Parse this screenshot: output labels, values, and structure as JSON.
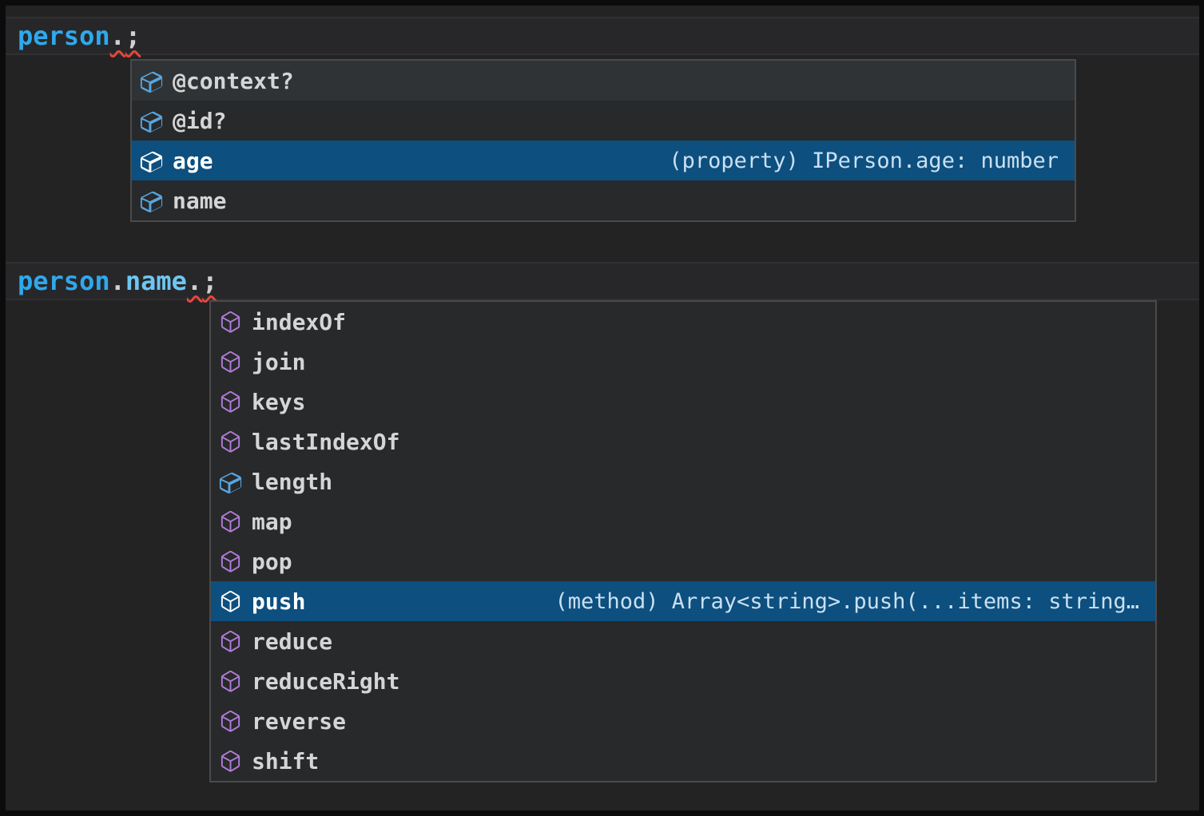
{
  "colors": {
    "editor_background": "#232324",
    "current_line_background": "#272729",
    "suggest_background": "#28292b",
    "suggest_border": "#4a4a4c",
    "selection_background": "#0d4f7e",
    "field_icon": "#58a6e0",
    "method_icon": "#b07cd8",
    "variable_text": "#2fa9ec",
    "property_text": "#6ec6f1",
    "error_squiggle": "#e8453c"
  },
  "code": {
    "line1": {
      "tokens": [
        {
          "text": "person"
        },
        {
          "text": "."
        },
        {
          "text": ";"
        }
      ]
    },
    "line2": {
      "tokens": [
        {
          "text": "person"
        },
        {
          "text": "."
        },
        {
          "text": "name"
        },
        {
          "text": "."
        },
        {
          "text": ";"
        }
      ]
    }
  },
  "suggest_person": {
    "items": [
      {
        "label": "@context?",
        "kind": "field"
      },
      {
        "label": "@id?",
        "kind": "field"
      },
      {
        "label": "age",
        "kind": "field",
        "selected": true,
        "detail": "(property) IPerson.age: number"
      },
      {
        "label": "name",
        "kind": "field"
      }
    ]
  },
  "suggest_name": {
    "items": [
      {
        "label": "indexOf",
        "kind": "method"
      },
      {
        "label": "join",
        "kind": "method"
      },
      {
        "label": "keys",
        "kind": "method"
      },
      {
        "label": "lastIndexOf",
        "kind": "method"
      },
      {
        "label": "length",
        "kind": "field"
      },
      {
        "label": "map",
        "kind": "method"
      },
      {
        "label": "pop",
        "kind": "method"
      },
      {
        "label": "push",
        "kind": "method",
        "selected": true,
        "detail": "(method) Array<string>.push(...items: string…"
      },
      {
        "label": "reduce",
        "kind": "method"
      },
      {
        "label": "reduceRight",
        "kind": "method"
      },
      {
        "label": "reverse",
        "kind": "method"
      },
      {
        "label": "shift",
        "kind": "method"
      }
    ]
  }
}
